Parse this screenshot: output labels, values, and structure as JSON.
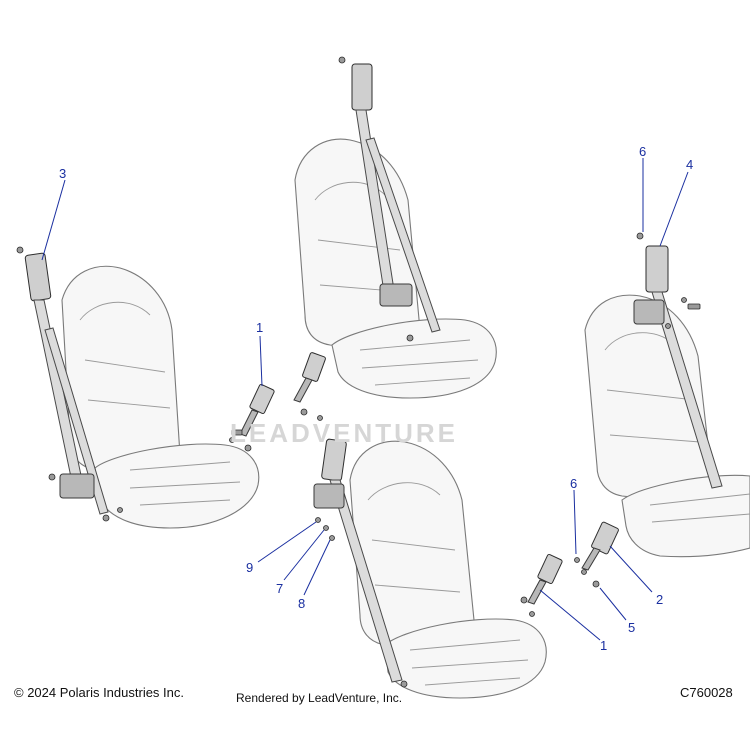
{
  "callouts": [
    {
      "id": "c1a",
      "label": "1"
    },
    {
      "id": "c1b",
      "label": "1"
    },
    {
      "id": "c2",
      "label": "2"
    },
    {
      "id": "c3",
      "label": "3"
    },
    {
      "id": "c4",
      "label": "4"
    },
    {
      "id": "c5",
      "label": "5"
    },
    {
      "id": "c6a",
      "label": "6"
    },
    {
      "id": "c6b",
      "label": "6"
    },
    {
      "id": "c7",
      "label": "7"
    },
    {
      "id": "c8",
      "label": "8"
    },
    {
      "id": "c9",
      "label": "9"
    }
  ],
  "watermark": "LEADVENTURE",
  "footer": {
    "copyright": "© 2024 Polaris Industries Inc.",
    "rendered_by": "Rendered by LeadVenture, Inc.",
    "diagram_id": "C760028"
  },
  "colors": {
    "callout": "#1a2fa0",
    "line_art": "#4a4a4a",
    "watermark": "#d6d6d6"
  }
}
